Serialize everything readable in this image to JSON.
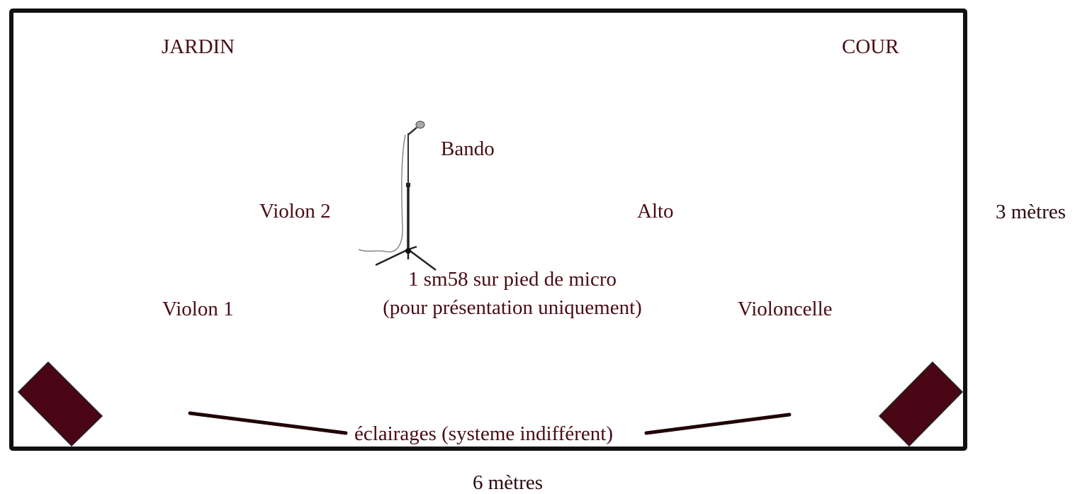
{
  "stage": {
    "left_side": "JARDIN",
    "right_side": "COUR",
    "width_label": "6 mètres",
    "depth_label": "3 mètres"
  },
  "performers": {
    "bando": "Bando",
    "violin2": "Violon 2",
    "alto": "Alto",
    "violin1": "Violon 1",
    "cello": "Violoncelle"
  },
  "microphone": {
    "icon": "microphone-stand-icon",
    "line1": "1 sm58 sur pied de micro",
    "line2": "(pour présentation uniquement)"
  },
  "lighting": {
    "label": "éclairages (systeme indifférent)",
    "icon": "light-fixture-icon",
    "fixture_color": "#4a0515"
  },
  "colors": {
    "text": "#4a0c15",
    "stage_border": "#111111"
  }
}
